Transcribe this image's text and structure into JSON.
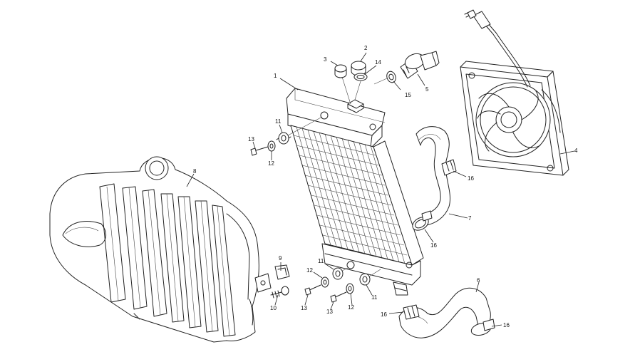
{
  "callouts": {
    "c1": "1",
    "c2": "2",
    "c3": "3",
    "c4": "4",
    "c5": "5",
    "c6": "6",
    "c7": "7",
    "c8": "8",
    "c9": "9",
    "c10": "10",
    "c11a": "11",
    "c11b": "11",
    "c11c": "11",
    "c12a": "12",
    "c12b": "12",
    "c12c": "12",
    "c13a": "13",
    "c13b": "13",
    "c13c": "13",
    "c14": "14",
    "c15": "15",
    "c16a": "16",
    "c16b": "16",
    "c16c": "16",
    "c16d": "16"
  }
}
